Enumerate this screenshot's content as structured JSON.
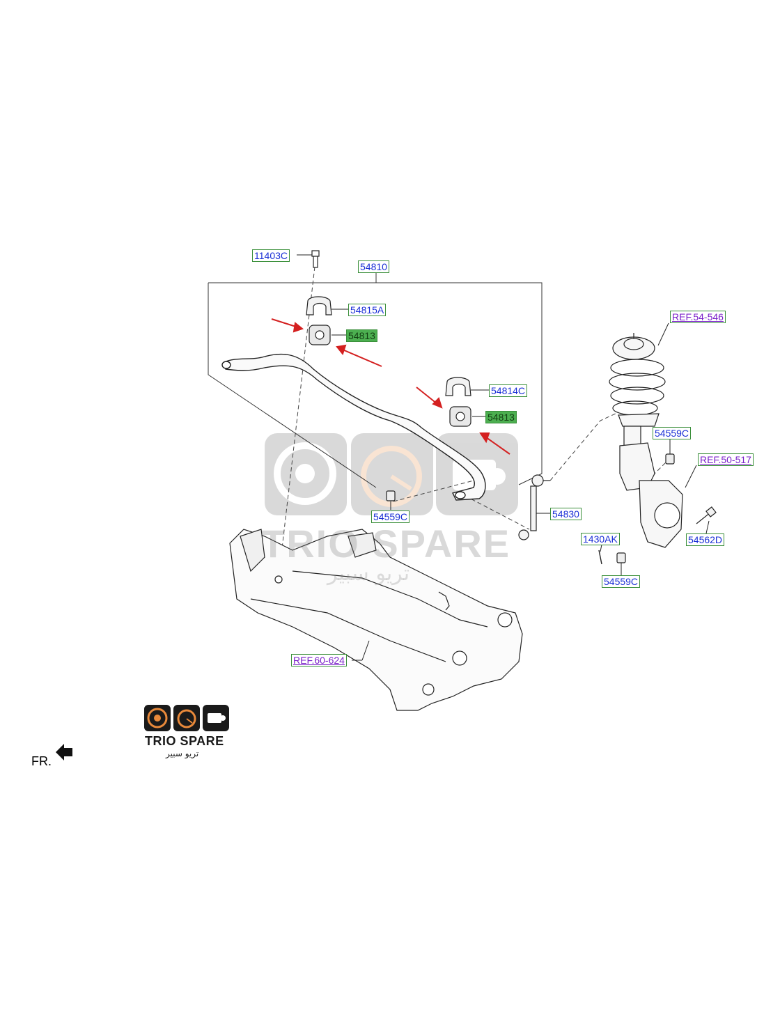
{
  "parts": {
    "bolt_top": "11403C",
    "stabilizer_assy": "54810",
    "bracket_1": "54815A",
    "bushing_1": "54813",
    "bracket_2": "54814C",
    "bushing_2": "54813",
    "nut_center": "54559C",
    "link": "54830",
    "strut_ref": "REF.54-546",
    "nut_upper_right": "54559C",
    "knuckle_ref": "REF.50-517",
    "bolt_right": "54562D",
    "screw": "1430AK",
    "nut_lower_right": "54559C",
    "crossmember_ref": "REF.60-624"
  },
  "direction_label": "FR.",
  "brand": {
    "name": "TRIO SPARE",
    "arabic": "تريو سبير"
  },
  "colors": {
    "label_text": "#1a2fd6",
    "ref_text": "#7a1fc9",
    "label_border": "#3a8f3a",
    "highlight": "#4caf50",
    "arrow": "#d42020"
  },
  "icons": [
    "brake-disc-icon",
    "speedometer-icon",
    "engine-icon",
    "direction-arrow-icon"
  ]
}
